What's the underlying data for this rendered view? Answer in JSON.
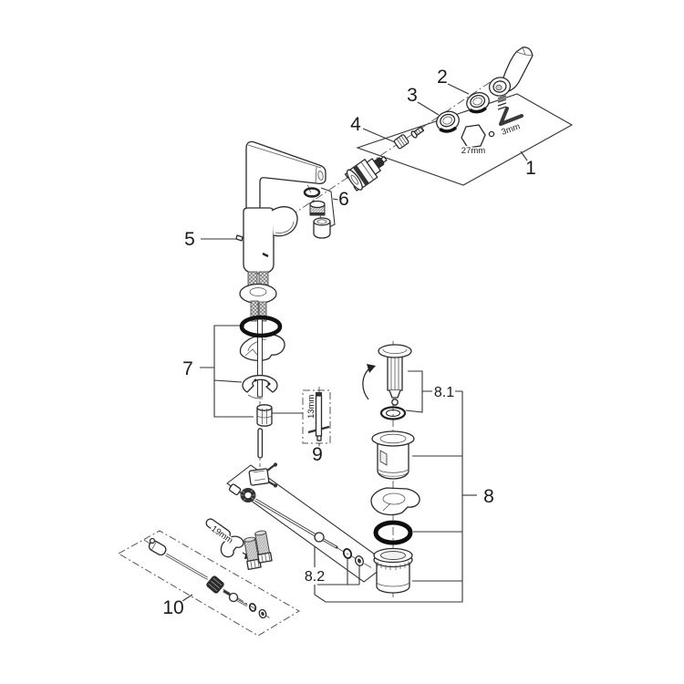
{
  "diagram": {
    "type": "exploded-parts-diagram",
    "product": "single-lever basin mixer faucet with pop-up waste",
    "background_color": "#ffffff",
    "line_color": "#1a1a1a",
    "callouts": {
      "c1": "1",
      "c2": "2",
      "c3": "3",
      "c4": "4",
      "c5": "5",
      "c6": "6",
      "c7": "7",
      "c8": "8",
      "c8_1": "8.1",
      "c8_2": "8.2",
      "c9": "9",
      "c10": "10"
    },
    "tool_sizes": {
      "cartridge_nut": "27mm",
      "handle_hex_key": "3mm",
      "mounting_socket": "13mm",
      "hose_wrench": "19mm"
    }
  }
}
